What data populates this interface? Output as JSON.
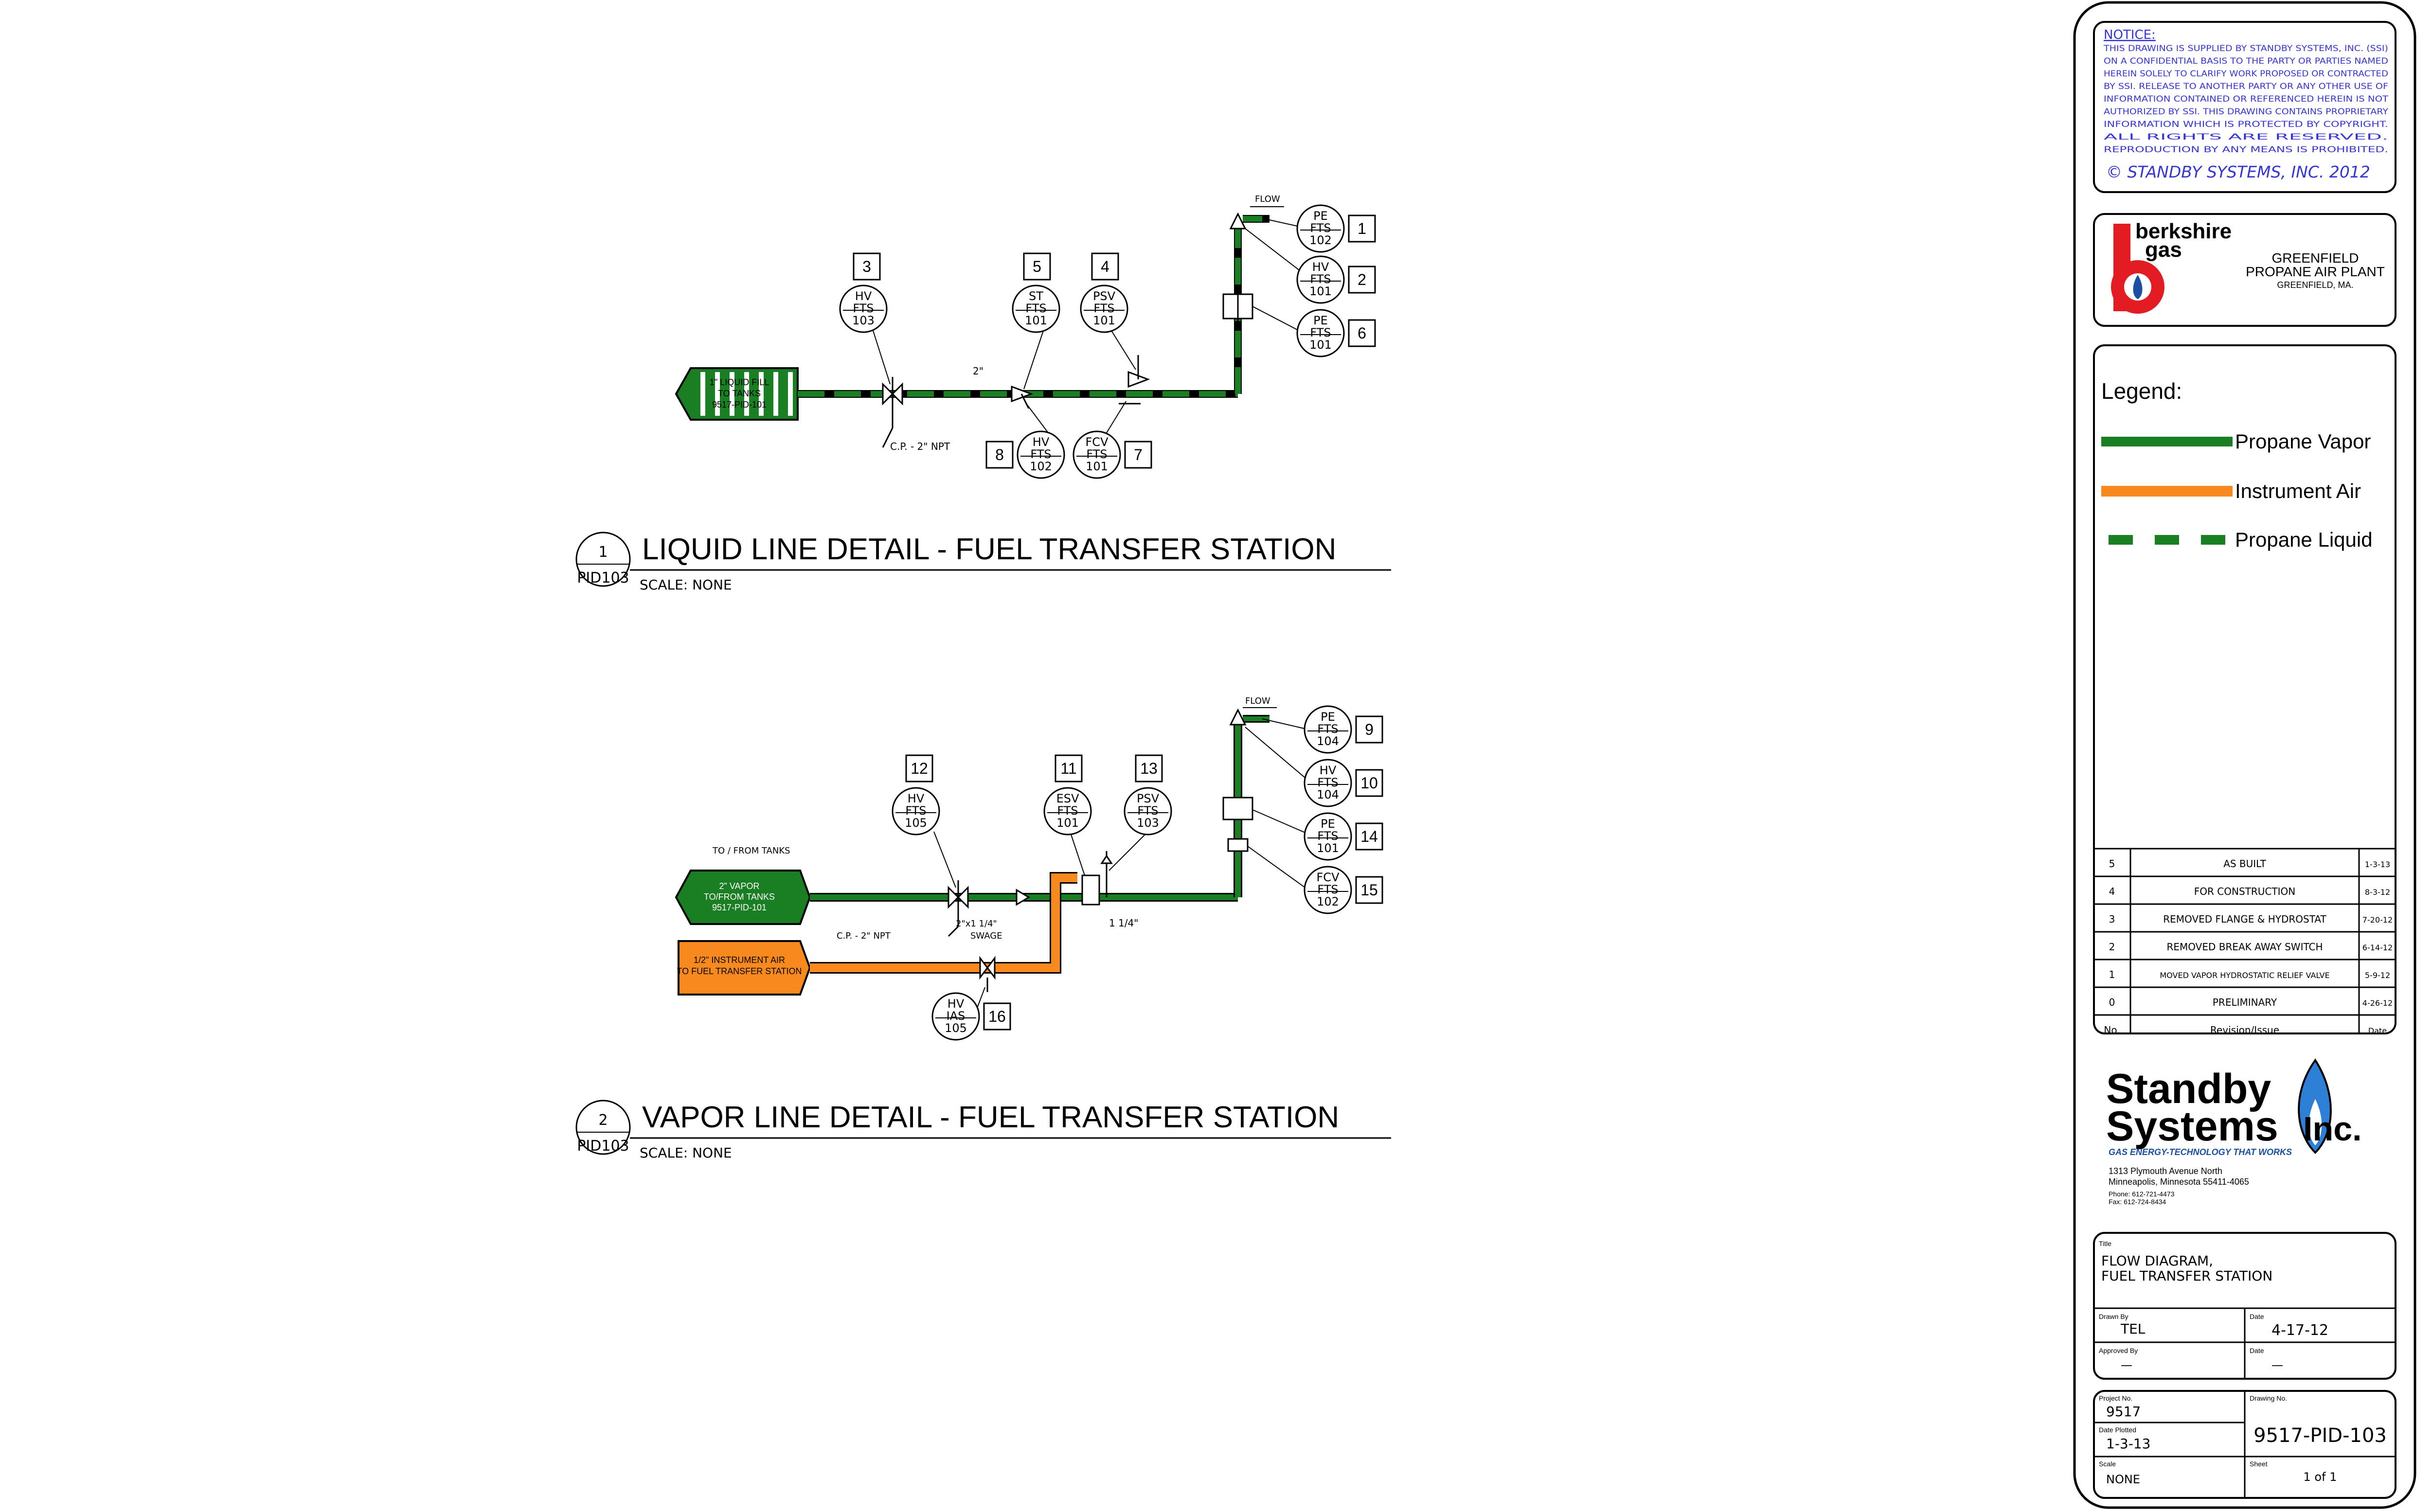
{
  "detail1": {
    "number": "1",
    "sheet": "PID103",
    "title": "LIQUID LINE DETAIL - FUEL TRANSFER STATION",
    "scale": "SCALE: NONE",
    "source_line1": "1\" LIQUID FILL",
    "source_line2": "TO TANKS",
    "source_line3": "9517-PID-101",
    "flow": "FLOW",
    "size_label": "2\"",
    "cp_label": "C.P. - 2\" NPT",
    "instruments": [
      {
        "l1": "HV",
        "l2": "FTS",
        "l3": "103",
        "tag": "3"
      },
      {
        "l1": "ST",
        "l2": "FTS",
        "l3": "101",
        "tag": "5"
      },
      {
        "l1": "PSV",
        "l2": "FTS",
        "l3": "101",
        "tag": "4"
      },
      {
        "l1": "HV",
        "l2": "FTS",
        "l3": "102",
        "tag": "8"
      },
      {
        "l1": "FCV",
        "l2": "FTS",
        "l3": "101",
        "tag": "7"
      },
      {
        "l1": "PE",
        "l2": "FTS",
        "l3": "102",
        "tag": "1"
      },
      {
        "l1": "HV",
        "l2": "FTS",
        "l3": "101",
        "tag": "2"
      },
      {
        "l1": "PE",
        "l2": "FTS",
        "l3": "101",
        "tag": "6"
      }
    ]
  },
  "detail2": {
    "number": "2",
    "sheet": "PID103",
    "title": "VAPOR LINE DETAIL - FUEL TRANSFER STATION",
    "scale": "SCALE: NONE",
    "to_from": "TO / FROM TANKS",
    "source_line1": "2\" VAPOR",
    "source_line2": "TO/FROM TANKS",
    "source_line3": "9517-PID-101",
    "air_line1": "1/2\" INSTRUMENT AIR",
    "air_line2": "TO FUEL TRANSFER STATION",
    "flow": "FLOW",
    "cp_label": "C.P. - 2\" NPT",
    "swage1": "2\"x1 1/4\"",
    "swage2": "SWAGE",
    "pipe_size": "1 1/4\"",
    "instruments": [
      {
        "l1": "HV",
        "l2": "FTS",
        "l3": "105",
        "tag": "12"
      },
      {
        "l1": "ESV",
        "l2": "FTS",
        "l3": "101",
        "tag": "11"
      },
      {
        "l1": "PSV",
        "l2": "FTS",
        "l3": "103",
        "tag": "13"
      },
      {
        "l1": "PE",
        "l2": "FTS",
        "l3": "104",
        "tag": "9"
      },
      {
        "l1": "HV",
        "l2": "FTS",
        "l3": "104",
        "tag": "10"
      },
      {
        "l1": "PE",
        "l2": "FTS",
        "l3": "101",
        "tag": "14"
      },
      {
        "l1": "FCV",
        "l2": "FTS",
        "l3": "102",
        "tag": "15"
      },
      {
        "l1": "HV",
        "l2": "IAS",
        "l3": "105",
        "tag": "16"
      }
    ]
  },
  "notice": {
    "heading": "NOTICE:",
    "lines": [
      "THIS DRAWING IS SUPPLIED BY STANDBY SYSTEMS, INC. (SSI)",
      "ON A CONFIDENTIAL BASIS TO THE PARTY OR PARTIES NAMED",
      "HEREIN SOLELY TO CLARIFY WORK PROPOSED OR CONTRACTED",
      "BY SSI. RELEASE TO ANOTHER PARTY OR ANY OTHER USE OF",
      "INFORMATION CONTAINED OR REFERENCED HEREIN IS NOT",
      "AUTHORIZED BY SSI. THIS DRAWING CONTAINS PROPRIETARY",
      "INFORMATION WHICH IS PROTECTED BY COPYRIGHT.",
      "ALL RIGHTS ARE RESERVED.",
      "REPRODUCTION BY ANY MEANS IS PROHIBITED."
    ],
    "copyright": "© STANDBY SYSTEMS, INC. 2012"
  },
  "client": {
    "logo_line1": "berkshire",
    "logo_line2": "gas",
    "site1": "GREENFIELD",
    "site2": "PROPANE AIR PLANT",
    "site3": "GREENFIELD, MA."
  },
  "legend": {
    "heading": "Legend:",
    "items": [
      "Propane Vapor",
      "Instrument Air",
      "Propane Liquid"
    ],
    "colors": {
      "vapor": "#1a7f23",
      "air": "#f7891e",
      "liquid": "#1a7f23"
    }
  },
  "revisions": {
    "rows": [
      {
        "no": "5",
        "desc": "AS BUILT",
        "date": "1-3-13"
      },
      {
        "no": "4",
        "desc": "FOR CONSTRUCTION",
        "date": "8-3-12"
      },
      {
        "no": "3",
        "desc": "REMOVED FLANGE & HYDROSTAT",
        "date": "7-20-12"
      },
      {
        "no": "2",
        "desc": "REMOVED BREAK AWAY SWITCH",
        "date": "6-14-12"
      },
      {
        "no": "1",
        "desc": "MOVED VAPOR HYDROSTATIC RELIEF VALVE",
        "date": "5-9-12"
      },
      {
        "no": "0",
        "desc": "PRELIMINARY",
        "date": "4-26-12"
      }
    ],
    "header": {
      "no": "No.",
      "desc": "Revision/Issue",
      "date": "Date"
    }
  },
  "company": {
    "name1": "Standby",
    "name2": "Systems",
    "name3": "Inc.",
    "tagline": "GAS ENERGY-TECHNOLOGY THAT WORKS",
    "addr1": "1313 Plymouth Avenue North",
    "addr2": "Minneapolis, Minnesota 55411-4065",
    "phone": "Phone: 612-721-4473",
    "fax": "Fax: 612-724-8434"
  },
  "title_block": {
    "title_label": "Title",
    "title_line1": "FLOW DIAGRAM,",
    "title_line2": "FUEL TRANSFER STATION",
    "drawn_label": "Drawn By",
    "drawn_value": "TEL",
    "date_label": "Date",
    "date_value": "4-17-12",
    "approved_label": "Approved By",
    "approved_value": "—",
    "date2_label": "Date",
    "date2_value": "—",
    "project_label": "Project No.",
    "project_value": "9517",
    "plotted_label": "Date Plotted",
    "plotted_value": "1-3-13",
    "scale_label": "Scale",
    "scale_value": "NONE",
    "drawing_label": "Drawing No.",
    "drawing_value": "9517-PID-103",
    "sheet_label": "Sheet",
    "sheet_value": "1 of 1"
  }
}
